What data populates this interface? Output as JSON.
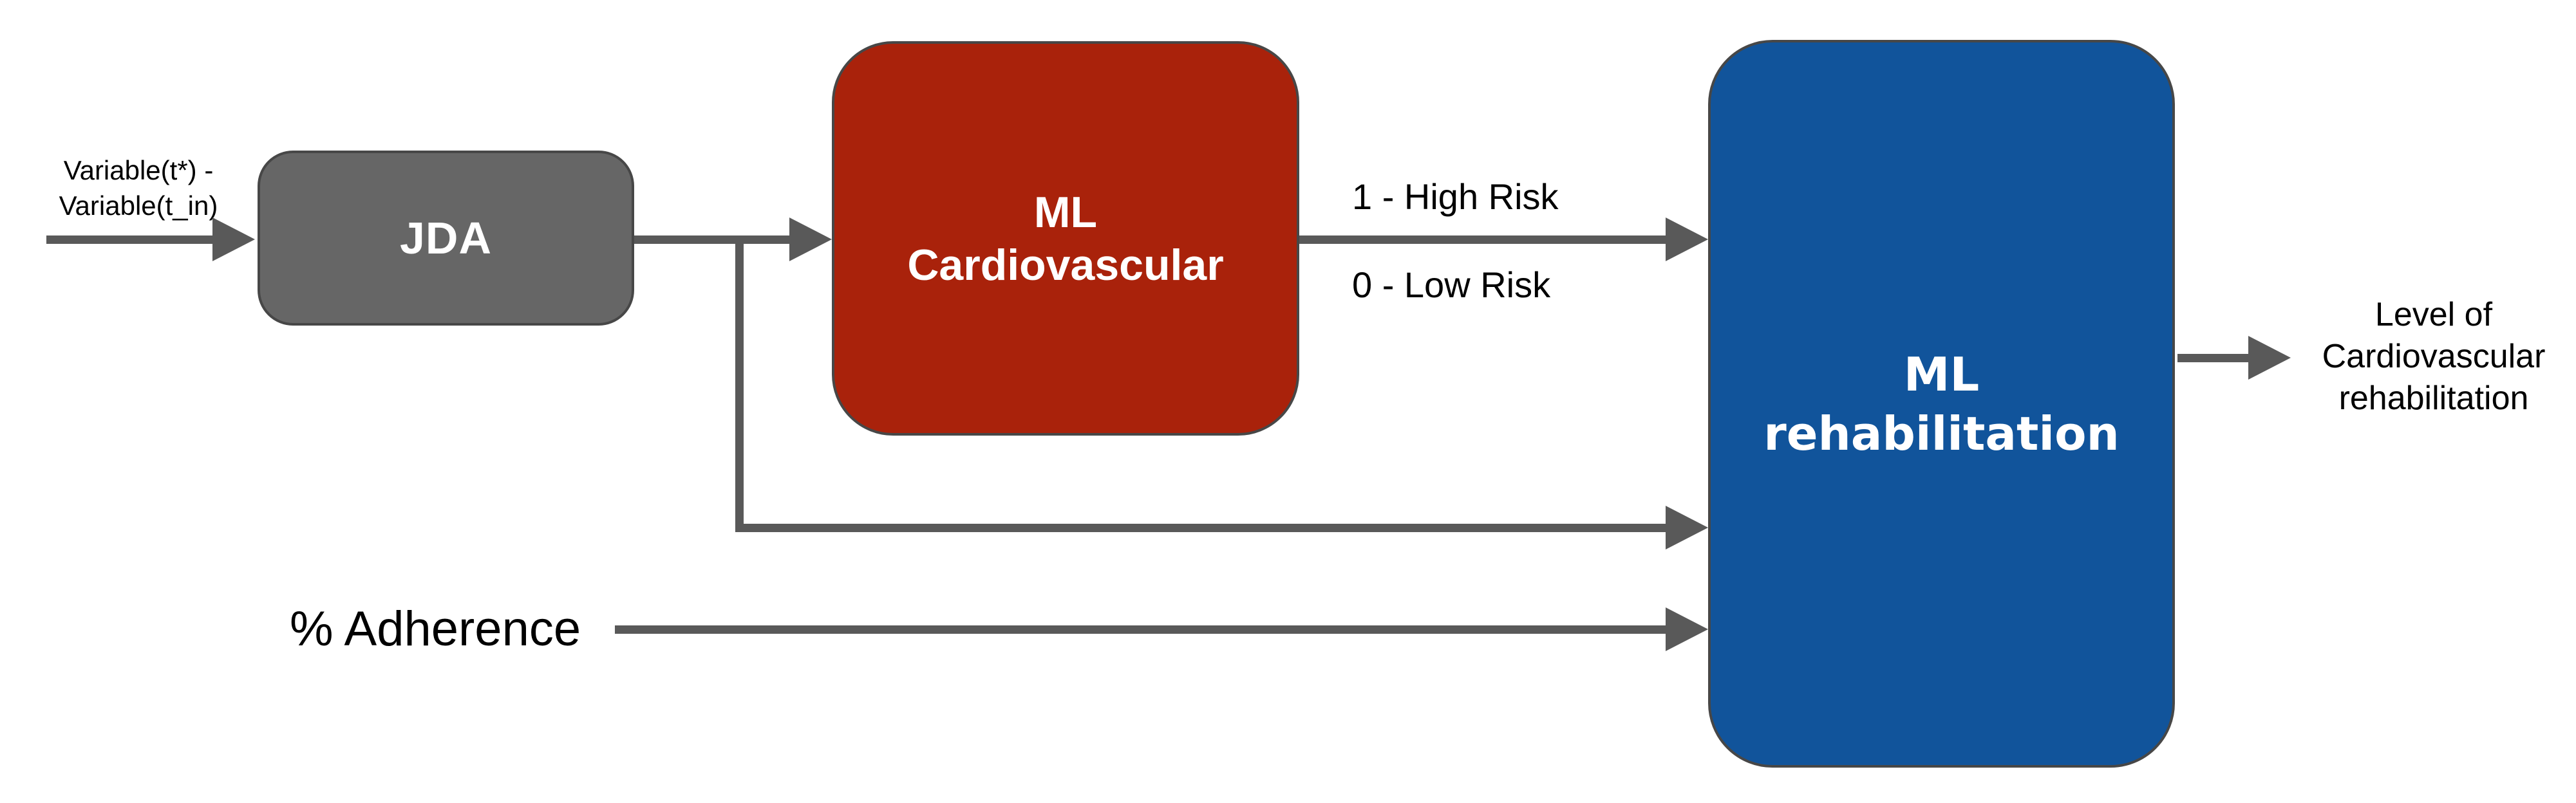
{
  "diagram_title": "ML cardiovascular rehabilitation flow diagram",
  "colors": {
    "background": "#ffffff",
    "node_gray": "#666666",
    "node_red": "#A9220B",
    "node_blue": "#11549B",
    "border": "#474747",
    "arrow": "#595959",
    "label_text": "#000000",
    "node_text": "#ffffff"
  },
  "nodes": {
    "jda": {
      "label": "JDA",
      "fill": "#666666"
    },
    "ml_cardiovascular": {
      "line1": "ML",
      "line2": "Cardiovascular",
      "fill": "#A9220B"
    },
    "ml_rehabilitation": {
      "line1": "ML",
      "line2": "rehabilitation",
      "fill": "#11549B"
    }
  },
  "labels": {
    "input": {
      "line1": "Variable(t*) -",
      "line2": "Variable(t_in)"
    },
    "high_risk": "1 - High Risk",
    "low_risk": "0 - Low Risk",
    "adherence": "% Adherence",
    "output": {
      "line1": "Level of",
      "line2": "Cardiovascular",
      "line3": "rehabilitation"
    }
  }
}
